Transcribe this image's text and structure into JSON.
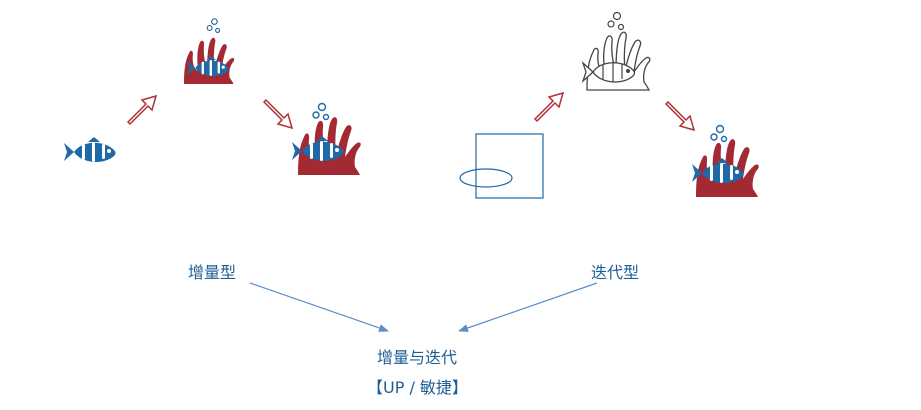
{
  "labels": {
    "incremental": "增量型",
    "iterative": "迭代型",
    "combined": "增量与迭代",
    "combined_sub": "【UP / 敏捷】"
  },
  "colors": {
    "fish_blue": "#1f69a8",
    "coral_red": "#a32a33",
    "arrow_red": "#b03035",
    "line_blue": "#5b8ec4",
    "text_blue": "#1f5f95",
    "outline_gray": "#444444"
  },
  "icons": [
    "clownfish-icon",
    "coral-with-fish-icon",
    "coral-outline-sketch-icon",
    "empty-frame-sketch-icon"
  ]
}
